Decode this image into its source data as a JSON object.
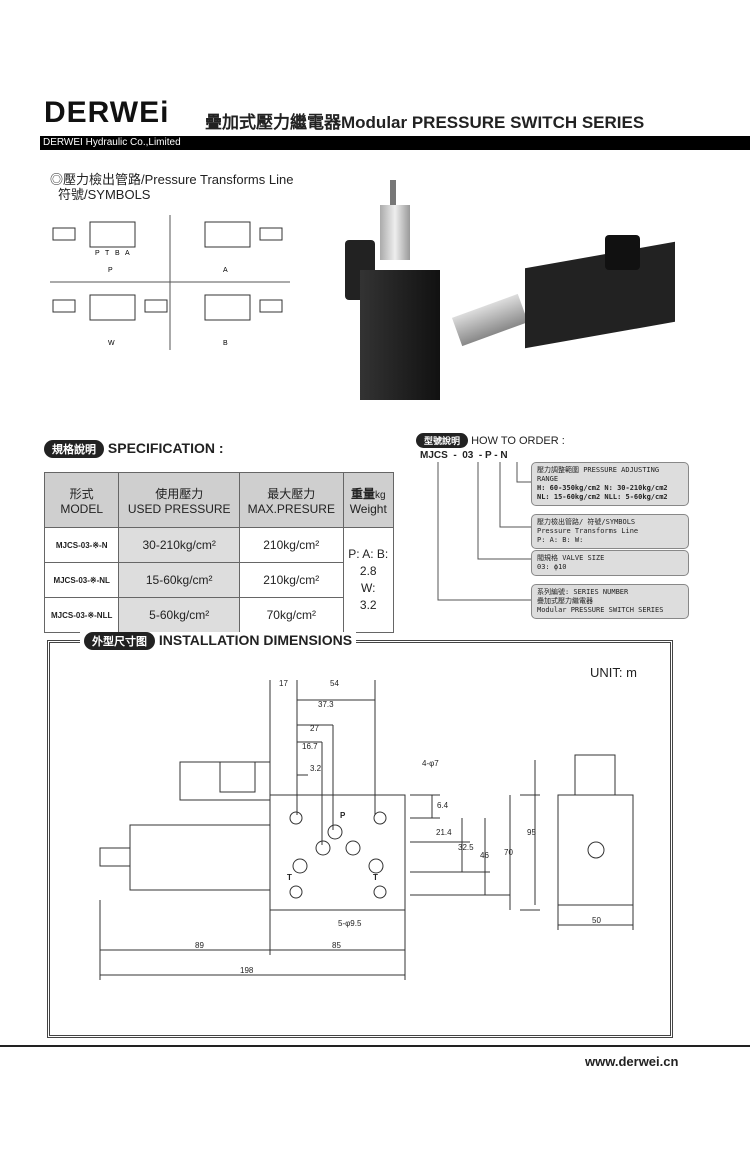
{
  "header": {
    "logo": "DERWEi",
    "title": "疊加式壓力繼電器Modular  PRESSURE SWITCH SERIES",
    "company": "DERWEI Hydraulic Co.,Limited"
  },
  "symbols": {
    "title": "◎壓力檢出管路/Pressure Transforms Line",
    "subtitle": "符號/SYMBOLS",
    "ports": [
      "P",
      "T",
      "B",
      "A"
    ],
    "labels": [
      "P",
      "A",
      "W",
      "B"
    ]
  },
  "spec": {
    "badge": "規格說明",
    "title": "SPECIFICATION :",
    "headers": [
      [
        "形式",
        "MODEL"
      ],
      [
        "使用壓力",
        "USED PRESSURE"
      ],
      [
        "最大壓力",
        "MAX.PRESURE"
      ],
      [
        "重量",
        "Weight",
        "kg"
      ]
    ],
    "rows": [
      {
        "model": "MJCS-03-※-N",
        "used": "30-210kg/cm²",
        "max": "210kg/cm²"
      },
      {
        "model": "MJCS-03-※-NL",
        "used": "15-60kg/cm²",
        "max": "210kg/cm²"
      },
      {
        "model": "MJCS-03-※-NLL",
        "used": "5-60kg/cm²",
        "max": "70kg/cm²"
      }
    ],
    "weight": [
      "P: A: B:",
      "2.8",
      "W:",
      "3.2"
    ]
  },
  "order": {
    "badge": "型號說明",
    "title": "HOW TO ORDER :",
    "code": "MJCS  -  03  - P - N",
    "boxes": [
      [
        "壓力調整範圍 PRESSURE ADJUSTING RANGE",
        "H: 60-350kg/cm2    N: 30-210kg/cm2",
        "NL: 15-60kg/cm2    NLL: 5-60kg/cm2"
      ],
      [
        "壓力檢出管路/ 符號/SYMBOLS",
        "Pressure Transforms Line",
        "P: A: B: W:"
      ],
      [
        "閥規格  VALVE SIZE",
        "03: ϕ10"
      ],
      [
        "系列編號:  SERIES NUMBER",
        "疊加式壓力繼電器",
        "Modular PRESSURE SWITCH SERIES"
      ]
    ]
  },
  "install": {
    "badge": "外型尺寸图",
    "title": "INSTALLATION DIMENSIONS",
    "unit": "UNIT: m",
    "dims": {
      "d17": "17",
      "d54": "54",
      "d37": "37.3",
      "d27": "27",
      "d16": "16.7",
      "d3": "3.2",
      "holes4": "4-φ7",
      "d6": "6.4",
      "d21": "21.4",
      "d32": "32.5",
      "d46": "46",
      "d70": "70",
      "d95": "95",
      "holes5": "5-φ9.5",
      "d89": "89",
      "d85": "85",
      "d198": "198",
      "d50": "50",
      "p": "P",
      "t1": "T",
      "t2": "T"
    }
  },
  "footer": {
    "url": "www.derwei.cn"
  }
}
